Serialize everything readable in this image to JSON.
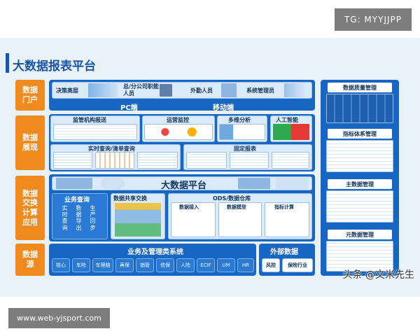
{
  "watermarks": {
    "top": "TG: MYYJJPP",
    "bottom": "www.web-yjsport.com",
    "author": "头条 @文米先生"
  },
  "title": "大数据报表平台",
  "layers": {
    "portal": "数据门户",
    "display": "数据展现",
    "exchange": "数据交换计算应用",
    "source": "数据源"
  },
  "portal": {
    "roles": [
      "决策高层",
      "总/分公司职能人员",
      "外勤人员",
      "系统管理员"
    ],
    "pc": "PC端",
    "mobile": "移动端"
  },
  "display": {
    "modules": [
      "监管机构报送",
      "运营监控",
      "多维分析",
      "人工智能",
      "实时查询/清单查询",
      "固定报表"
    ]
  },
  "exchange": {
    "platform": "大数据平台",
    "business_query": "业务查询",
    "query_cols": [
      "实时查询",
      "数据导出",
      "生产回步"
    ],
    "share": "数据共享交换",
    "ods": "ODS/数据仓库",
    "ods_parts": [
      "数据接入",
      "数据模型",
      "指标计算"
    ]
  },
  "source": {
    "biz_title": "业务及管理类系统",
    "biz_items": [
      "核心",
      "车险",
      "车理赔",
      "再保",
      "销管",
      "信保",
      "人险",
      "ECIF",
      "UM",
      "HR"
    ],
    "ext_title": "外部数据",
    "ext_items": [
      "风控",
      "保险行业"
    ]
  },
  "right_panel": [
    "数据质量管理",
    "指标体系管理",
    "主数据管理",
    "元数据管理"
  ],
  "colors": {
    "orange": "#f08a1e",
    "blue": "#1766c4",
    "light_blue": "#dbeaf8",
    "title": "#1a55a6"
  }
}
